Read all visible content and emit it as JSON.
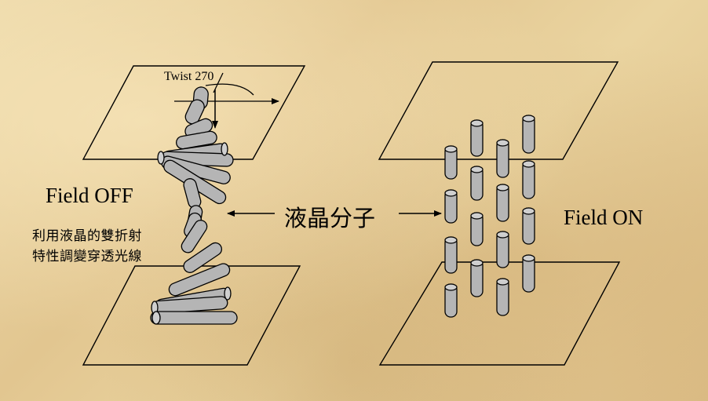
{
  "labels": {
    "twist": "Twist 270",
    "field_off": "Field OFF",
    "field_on": "Field ON",
    "liquid_crystal": "液晶分子",
    "caption_line1": "利用液晶的雙折射",
    "caption_line2": "特性調變穿透光線"
  },
  "colors": {
    "rod_fill": "#b5b5b5",
    "rod_end": "#cfcfcf",
    "outline": "#000000"
  }
}
